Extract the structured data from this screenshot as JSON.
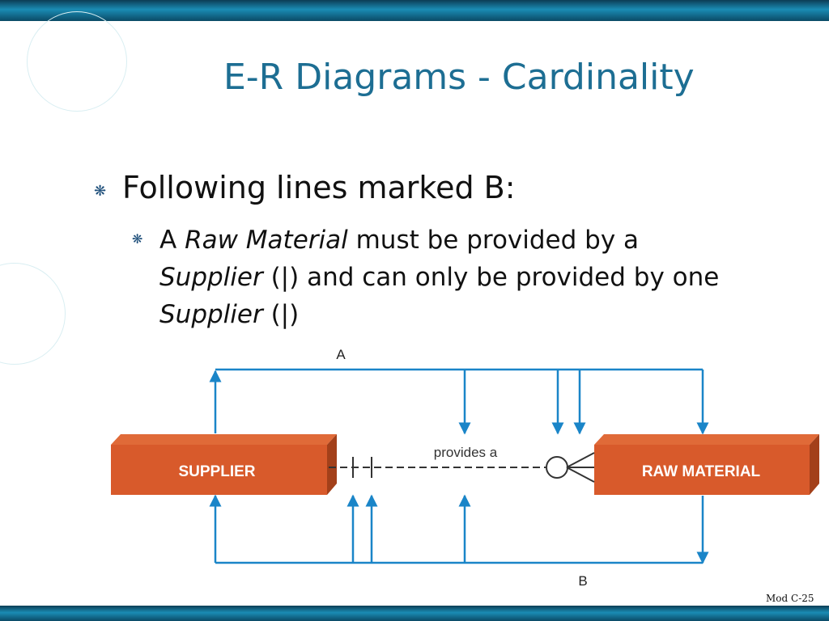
{
  "slide": {
    "title": "E-R Diagrams - Cardinality",
    "bullet_main": "Following lines marked B:",
    "sub_bullet": {
      "part1": "A ",
      "part2_italic": "Raw Material",
      "part3": " must be provided by a ",
      "part4_italic": "Supplier",
      "part5": " (|) and can only be provided by one ",
      "part6_italic": "Supplier",
      "part7": " (|)"
    },
    "footer": "Mod C-25",
    "accent_color": "#1d6e93",
    "bar_color": "#1a8cb4"
  },
  "diagram": {
    "label_top": "A",
    "label_bottom": "B",
    "entity_left": "SUPPLIER",
    "entity_right": "RAW MATERIAL",
    "relationship": "provides a",
    "entity_color": "#d85a2b",
    "line_color": "#1a85c8"
  }
}
